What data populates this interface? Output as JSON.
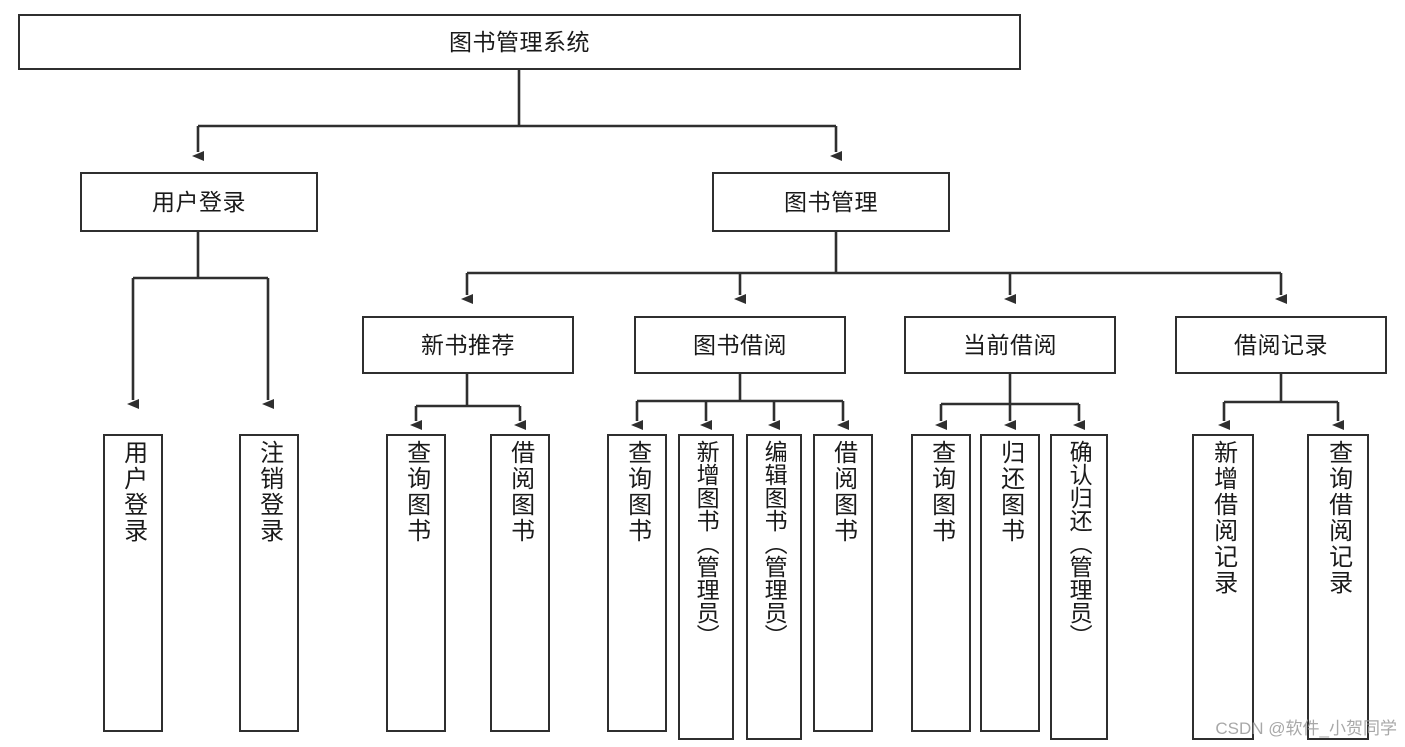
{
  "diagram": {
    "type": "tree",
    "title": "图书管理系统",
    "background": "#ffffff",
    "line_color": "#2f2f2f",
    "box_fill": "#ffffff"
  },
  "root": {
    "label": "图书管理系统"
  },
  "level1": [
    {
      "label": "用户登录"
    },
    {
      "label": "图书管理"
    }
  ],
  "level2": [
    {
      "label": "新书推荐"
    },
    {
      "label": "图书借阅"
    },
    {
      "label": "当前借阅"
    },
    {
      "label": "借阅记录"
    }
  ],
  "leaves": {
    "user_login": [
      {
        "label": "用户登录"
      },
      {
        "label": "注销登录"
      }
    ],
    "new_book": [
      {
        "label": "查询图书"
      },
      {
        "label": "借阅图书"
      }
    ],
    "book_borrow": [
      {
        "label": "查询图书"
      },
      {
        "label": "新增图书（管理员）"
      },
      {
        "label": "编辑图书（管理员）"
      },
      {
        "label": "借阅图书"
      }
    ],
    "current_borrow": [
      {
        "label": "查询图书"
      },
      {
        "label": "归还图书"
      },
      {
        "label": "确认归还（管理员）"
      }
    ],
    "borrow_record": [
      {
        "label": "新增借阅记录"
      },
      {
        "label": "查询借阅记录"
      }
    ]
  },
  "watermark": {
    "text": "CSDN @软件_小贺同学"
  }
}
